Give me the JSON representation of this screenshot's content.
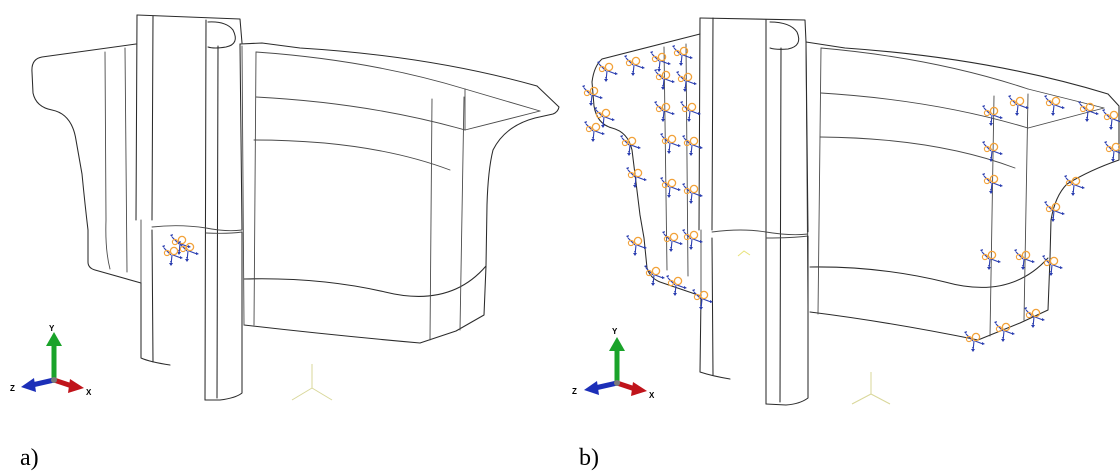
{
  "panels": [
    {
      "id": "a",
      "label": "a)",
      "boundary_markers": 1
    },
    {
      "id": "b",
      "label": "b)",
      "boundary_markers": 38
    }
  ],
  "triad": {
    "x_label": "X",
    "y_label": "Y",
    "z_label": "Z"
  },
  "colors": {
    "edge": "#2b2b2b",
    "axis_x": "#c0141b",
    "axis_y": "#1aa32a",
    "axis_z": "#1c2fb8",
    "bc_circle": "#f2a23a",
    "bc_arrow": "#2a3db0",
    "datum_csys": "#d9d79a"
  }
}
